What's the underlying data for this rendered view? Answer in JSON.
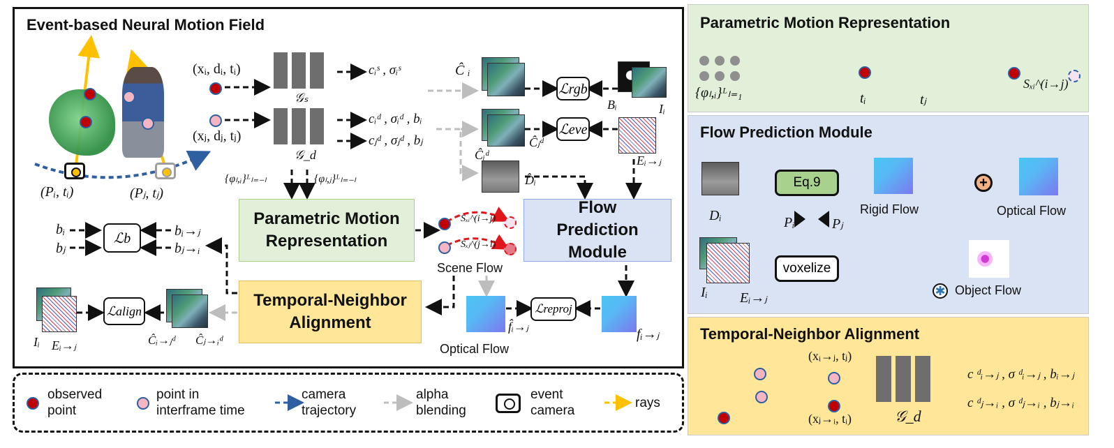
{
  "left_panel": {
    "title": "Event-based Neural Motion Field",
    "inputs": {
      "xi": "(xᵢ, dᵢ, tᵢ)",
      "xj": "(xⱼ, dⱼ, tⱼ)",
      "pose_i": "(Pᵢ, tᵢ)",
      "pose_j": "(Pⱼ, tⱼ)"
    },
    "networks": {
      "gs": "𝒢ₛ",
      "gd": "𝒢_d"
    },
    "outputs": {
      "static": "cᵢˢ , σᵢˢ",
      "dyn_i": "cᵢᵈ , σᵢᵈ , bᵢ",
      "dyn_j": "cⱼᵈ , σⱼᵈ , bⱼ"
    },
    "phi_labels": {
      "phi_i": "{φₗ,ᵢ}ᴸₗ₌₋ₗ",
      "phi_j": "{φₗ,ⱼ}ᴸₗ₌₋ₗ"
    },
    "images": {
      "c_hat": "Ĉ ᵢ",
      "b_i": "Bᵢ",
      "i_i": "Iᵢ",
      "c_hat_i_d": "Ĉᵢᵈ",
      "c_hat_j_d": "Ĉⱼᵈ",
      "e_ij": "Eᵢ→ⱼ",
      "d_hat": "D̂ᵢ"
    },
    "losses": {
      "rgb": "ℒrgb",
      "eve": "ℒeve",
      "b": "ℒb",
      "align": "ℒalign",
      "reproj": "ℒreproj"
    },
    "b_labels": {
      "bi": "bᵢ",
      "bj": "bⱼ",
      "bij": "bᵢ→ⱼ",
      "bji": "bⱼ→ᵢ"
    },
    "modules": {
      "pmr": "Parametric Motion Representation",
      "fpm": "Flow Prediction Module",
      "tna": "Temporal-Neighbor Alignment"
    },
    "scene_flow": {
      "s_ij": "Sₓᵢ^(i→j)",
      "s_ji": "Sₓⱼ^(j→i)",
      "label": "Scene Flow"
    },
    "optical_flow": {
      "label": "Optical Flow",
      "f_hat": "f̂ᵢ→ⱼ",
      "f": "fᵢ→ⱼ"
    },
    "align_labels": {
      "ii": "Iᵢ",
      "eij": "Eᵢ→ⱼ",
      "cij": "Ĉᵢ→ⱼᵈ",
      "cji": "Ĉⱼ→ᵢᵈ"
    }
  },
  "legend": {
    "items": [
      {
        "label": "observed point"
      },
      {
        "label": "point in interframe time"
      },
      {
        "label": "camera trajectory"
      },
      {
        "label": "alpha blending"
      },
      {
        "label": "event camera"
      },
      {
        "label": "rays"
      }
    ]
  },
  "pmr_panel": {
    "title": "Parametric Motion Representation",
    "phi": "{φₗ,ᵢ}ᴸₗ₌₁",
    "ti": "tᵢ",
    "tj": "tⱼ",
    "s": "Sₓᵢ^(i→j)"
  },
  "fpm_panel": {
    "title": "Flow Prediction Module",
    "di": "Dᵢ",
    "eq": "Eq.9",
    "rigid": "Rigid Flow",
    "optical": "Optical Flow",
    "pi": "Pᵢ",
    "pj": "Pⱼ",
    "ii": "Iᵢ",
    "eij": "Eᵢ→ⱼ",
    "voxelize": "voxelize",
    "object": "Object Flow"
  },
  "tna_panel": {
    "title": "Temporal-Neighbor Alignment",
    "xij": "(xᵢ→ⱼ, tⱼ)",
    "xji": "(xⱼ→ᵢ, tᵢ)",
    "gd": "𝒢_d",
    "out1": "c ᵈᵢ→ⱼ , σ ᵈᵢ→ⱼ , bᵢ→ⱼ",
    "out2": "c ᵈⱼ→ᵢ , σ ᵈⱼ→ᵢ , bⱼ→ᵢ"
  },
  "colors": {
    "green": "#e2f0d9",
    "blue": "#dae3f3",
    "yellow": "#ffe699",
    "red_point": "#c00000",
    "pink_point": "#f4b6c2",
    "trajectory": "#2e5fa1",
    "alpha": "#bfbfbf",
    "rays": "#ffc000"
  }
}
